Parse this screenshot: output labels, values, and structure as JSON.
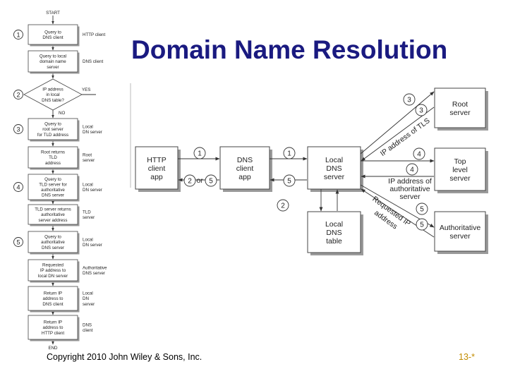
{
  "title": "Domain Name Resolution",
  "footer": {
    "copyright": "Copyright 2010 John Wiley & Sons, Inc.",
    "page": "13-*"
  },
  "flowchart": {
    "start": "START",
    "end": "END",
    "yes": "YES",
    "no": "NO",
    "steps": [
      {
        "lines": [
          "Query to",
          "DNS client"
        ],
        "side": [
          "HTTP client"
        ],
        "marker": "1"
      },
      {
        "lines": [
          "Query to local",
          "domain name",
          "server"
        ],
        "side": [
          "DNS client"
        ],
        "marker": ""
      },
      {
        "lines": [
          "IP address",
          "in local",
          "DNS table?"
        ],
        "side": [],
        "marker": "2",
        "decision": true
      },
      {
        "lines": [
          "Query to",
          "root server",
          "for TLD address"
        ],
        "side": [
          "Local",
          "DN server"
        ],
        "marker": "3"
      },
      {
        "lines": [
          "Root returns",
          "TLD",
          "address"
        ],
        "side": [
          "Root",
          "server"
        ],
        "marker": ""
      },
      {
        "lines": [
          "Query to",
          "TLD server for",
          "authoritative",
          "DNS server"
        ],
        "side": [
          "Local",
          "DN server"
        ],
        "marker": "4"
      },
      {
        "lines": [
          "TLD server returns",
          "authoritative",
          "server address"
        ],
        "side": [
          "TLD",
          "server"
        ],
        "marker": ""
      },
      {
        "lines": [
          "Query to",
          "authoritative",
          "DNS server"
        ],
        "side": [
          "Local",
          "DN server"
        ],
        "marker": "5"
      },
      {
        "lines": [
          "Requested",
          "IP address to",
          "local DN server"
        ],
        "side": [
          "Authoritative",
          "DNS server"
        ],
        "marker": ""
      },
      {
        "lines": [
          "Return IP",
          "address to",
          "DNS client"
        ],
        "side": [
          "Local",
          "DN",
          "server"
        ],
        "marker": ""
      },
      {
        "lines": [
          "Return IP",
          "address to",
          "HTTP client"
        ],
        "side": [
          "DNS",
          "client"
        ],
        "marker": ""
      }
    ]
  },
  "diagram": {
    "boxes": {
      "http": [
        "HTTP",
        "client",
        "app"
      ],
      "dns": [
        "DNS",
        "client",
        "app"
      ],
      "local": [
        "Local",
        "DNS",
        "server"
      ],
      "table": [
        "Local",
        "DNS",
        "table"
      ],
      "root": [
        "Root",
        "server"
      ],
      "tld": [
        "Top",
        "level",
        "server"
      ],
      "auth": [
        "Authoritative",
        "server"
      ]
    },
    "labels": {
      "or": "or",
      "ip_tls": "IP address of TLS",
      "ip_auth": [
        "IP address of",
        "authoritative",
        "server"
      ],
      "requested": [
        "Requested IP",
        "address"
      ]
    }
  }
}
